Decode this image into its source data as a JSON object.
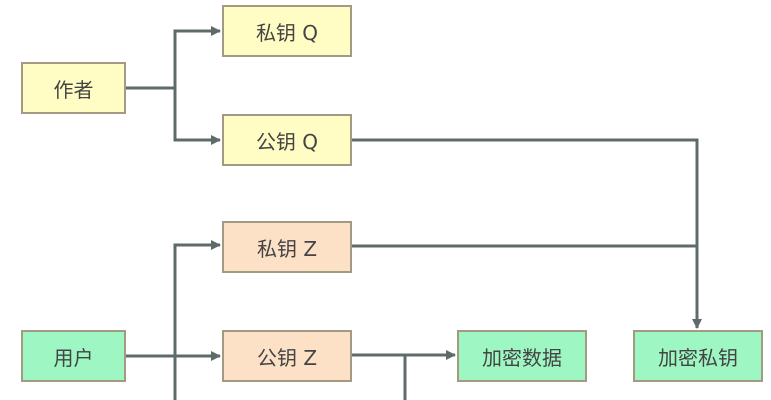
{
  "nodes": {
    "author": "作者",
    "user": "用户",
    "private_key_q": "私钥 Q",
    "public_key_q": "公钥 Q",
    "private_key_z": "私钥 Z",
    "public_key_z": "公钥 Z",
    "encrypted_data": "加密数据",
    "encrypted_private_key": "加密私钥"
  },
  "colors": {
    "yellow_fill": "#fffdc4",
    "peach_fill": "#fde1c6",
    "green_fill": "#9ef7c3",
    "node_border": "#a39a83",
    "edge": "#5f6b6b"
  }
}
